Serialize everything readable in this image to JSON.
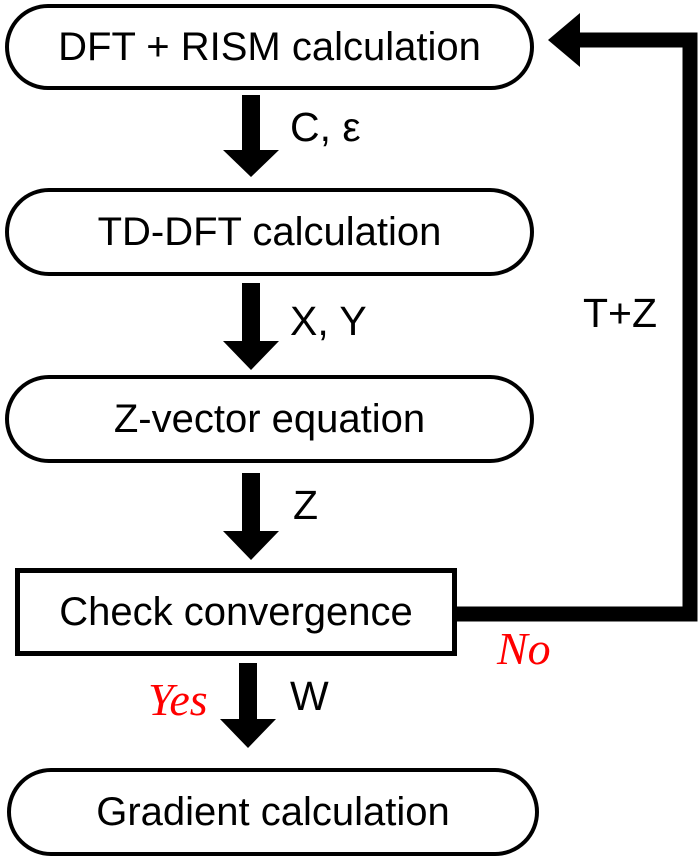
{
  "diagram": {
    "title_hint": "DFT + RISM excited-state gradient workflow flowchart",
    "background_color": "#ffffff",
    "line_color": "#000000",
    "accent_red": "#ff0000",
    "nodes": [
      {
        "id": "dft_rism",
        "label": "DFT + RISM calculation",
        "shape": "stadium"
      },
      {
        "id": "tddft",
        "label": "TD-DFT calculation",
        "shape": "stadium"
      },
      {
        "id": "zvector",
        "label": "Z-vector equation",
        "shape": "stadium"
      },
      {
        "id": "check",
        "label": "Check convergence",
        "shape": "rect"
      },
      {
        "id": "gradient",
        "label": "Gradient calculation",
        "shape": "stadium"
      }
    ],
    "edge_labels": {
      "dft_to_tddft": "C, ε",
      "tddft_to_zvector": "X, Y",
      "zvector_to_check": "Z",
      "check_to_gradient": "W",
      "loop_back": "T+Z",
      "yes": "Yes",
      "no": "No"
    }
  }
}
